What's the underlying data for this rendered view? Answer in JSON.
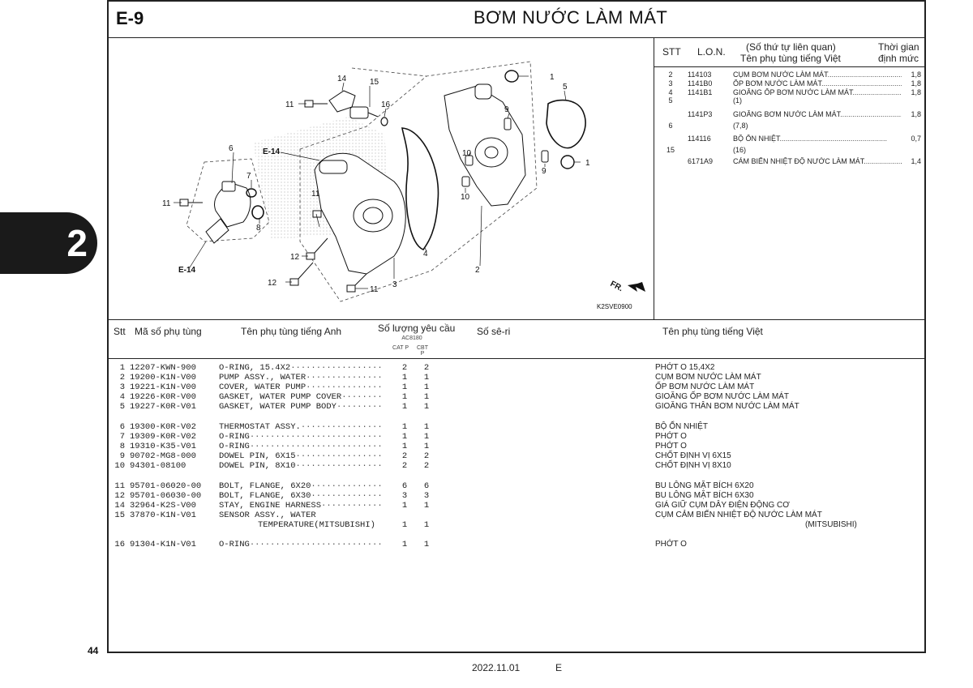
{
  "section": {
    "code": "E-9",
    "title": "BƠM NƯỚC LÀM MÁT"
  },
  "chapter_tab": "2",
  "page_number": "44",
  "footer": {
    "date": "2022.11.01",
    "edition": "E"
  },
  "diagram": {
    "callouts": [
      "1",
      "1",
      "2",
      "3",
      "4",
      "5",
      "6",
      "7",
      "8",
      "9",
      "9",
      "10",
      "10",
      "11",
      "11",
      "11",
      "11",
      "12",
      "12",
      "14",
      "15",
      "16"
    ],
    "refs": [
      "E-14",
      "E-14"
    ],
    "direction": "FR.",
    "drawing_code": "K2SVE0900"
  },
  "reference_table": {
    "headers": {
      "stt": "STT",
      "lon": "L.O.N.",
      "name_line1": "(Số thứ tự liên quan)",
      "name_line2": "Tên phụ tùng tiếng Việt",
      "time_line1": "Thời gian",
      "time_line2": "định mức"
    },
    "rows": [
      {
        "stt": "2",
        "lon": "114103",
        "name": "CỤM BƠM NƯỚC LÀM MÁT",
        "time": "1,8"
      },
      {
        "stt": "3",
        "lon": "1141B0",
        "name": "ỐP BƠM NƯỚC LÀM MÁT",
        "time": "1,8"
      },
      {
        "stt": "4",
        "lon": "1141B1",
        "name": "GIOĂNG ỐP BƠM NƯỚC LÀM MÁT",
        "time": "1,8"
      },
      {
        "stt": "5",
        "lon": "",
        "name": "(1)",
        "time": ""
      },
      {
        "stt": "",
        "lon": "1141P3",
        "name": "GIOĂNG BƠM NƯỚC LÀM MÁT",
        "time": "1,8"
      },
      {
        "stt": "6",
        "lon": "",
        "name": "(7,8)",
        "time": ""
      },
      {
        "stt": "",
        "lon": "114116",
        "name": "BỘ ỔN NHIỆT",
        "time": "0,7"
      },
      {
        "stt": "15",
        "lon": "",
        "name": "(16)",
        "time": ""
      },
      {
        "stt": "",
        "lon": "6171A9",
        "name": "CẢM BIẾN NHIỆT ĐỘ NƯỚC LÀM MÁT",
        "time": "1,4"
      }
    ]
  },
  "parts_table": {
    "headers": {
      "stt": "Stt",
      "code": "Mã số phụ tùng",
      "name_en": "Tên phụ tùng tiếng Anh",
      "qty": "Số lượng yêu cầu",
      "qty_sub": "AC8180",
      "cat": "CAT P",
      "cbt": "CBT P",
      "serial": "Số sê-ri",
      "name_vn": "Tên phụ tùng tiếng Việt"
    },
    "rows": [
      {
        "stt": "1",
        "code": "12207-KWN-900",
        "name_en": "O-RING, 15.4X2",
        "cat": "2",
        "cbt": "2",
        "name_vn": "PHỚT O 15,4X2"
      },
      {
        "stt": "2",
        "code": "19200-K1N-V00",
        "name_en": "PUMP ASSY., WATER",
        "cat": "1",
        "cbt": "1",
        "name_vn": "CỤM BƠM NƯỚC LÀM MÁT"
      },
      {
        "stt": "3",
        "code": "19221-K1N-V00",
        "name_en": "COVER, WATER PUMP",
        "cat": "1",
        "cbt": "1",
        "name_vn": "ỐP BƠM NƯỚC LÀM MÁT"
      },
      {
        "stt": "4",
        "code": "19226-K0R-V00",
        "name_en": "GASKET, WATER PUMP COVER",
        "cat": "1",
        "cbt": "1",
        "name_vn": "GIOĂNG ỐP BƠM NƯỚC LÀM MÁT"
      },
      {
        "stt": "5",
        "code": "19227-K0R-V01",
        "name_en": "GASKET, WATER PUMP BODY",
        "cat": "1",
        "cbt": "1",
        "name_vn": "GIOĂNG THÂN BƠM NƯỚC LÀM MÁT"
      },
      {
        "stt": "6",
        "code": "19300-K0R-V02",
        "name_en": "THERMOSTAT ASSY.",
        "cat": "1",
        "cbt": "1",
        "name_vn": "BỘ ỔN NHIỆT"
      },
      {
        "stt": "7",
        "code": "19309-K0R-V02",
        "name_en": "O-RING",
        "cat": "1",
        "cbt": "1",
        "name_vn": "PHỚT O"
      },
      {
        "stt": "8",
        "code": "19310-K35-V01",
        "name_en": "O-RING",
        "cat": "1",
        "cbt": "1",
        "name_vn": "PHỚT O"
      },
      {
        "stt": "9",
        "code": "90702-MG8-000",
        "name_en": "DOWEL PIN, 6X15",
        "cat": "2",
        "cbt": "2",
        "name_vn": "CHỐT ĐỊNH VỊ 6X15"
      },
      {
        "stt": "10",
        "code": "94301-08100",
        "name_en": "DOWEL PIN, 8X10",
        "cat": "2",
        "cbt": "2",
        "name_vn": "CHỐT ĐỊNH VỊ 8X10"
      },
      {
        "stt": "11",
        "code": "95701-06020-00",
        "name_en": "BOLT, FLANGE, 6X20",
        "cat": "6",
        "cbt": "6",
        "name_vn": "BU LÔNG MẶT BÍCH 6X20"
      },
      {
        "stt": "12",
        "code": "95701-06030-00",
        "name_en": "BOLT, FLANGE, 6X30",
        "cat": "3",
        "cbt": "3",
        "name_vn": "BU LÔNG MẶT BÍCH 6X30"
      },
      {
        "stt": "14",
        "code": "32964-K2S-V00",
        "name_en": "STAY, ENGINE HARNESS",
        "cat": "1",
        "cbt": "1",
        "name_vn": "GIÁ GIỮ CỤM DÂY ĐIỆN ĐỘNG CƠ"
      },
      {
        "stt": "15",
        "code": "37870-K1N-V01",
        "name_en": "SENSOR ASSY., WATER",
        "name_en_2": "TEMPERATURE(MITSUBISHI)",
        "cat": "1",
        "cbt": "1",
        "name_vn": "CỤM CẢM BIẾN NHIỆT ĐỘ NƯỚC LÀM MÁT",
        "name_vn_2": "(MITSUBISHI)"
      },
      {
        "stt": "16",
        "code": "91304-K1N-V01",
        "name_en": "O-RING",
        "cat": "1",
        "cbt": "1",
        "name_vn": "PHỚT O"
      }
    ]
  }
}
